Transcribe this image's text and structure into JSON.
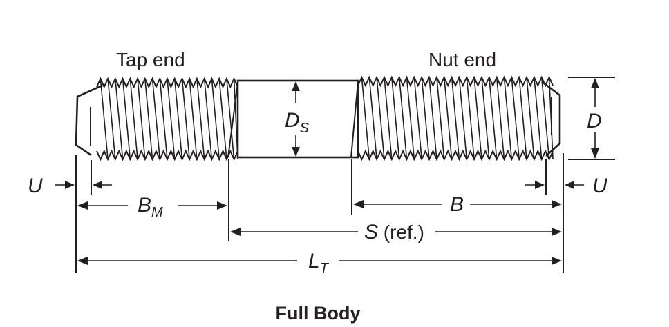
{
  "labels": {
    "tap_end": "Tap end",
    "nut_end": "Nut end",
    "shank_diameter": "D",
    "shank_diameter_sub": "S",
    "diameter": "D",
    "u_left": "U",
    "u_right": "U",
    "bm": "B",
    "bm_sub": "M",
    "b": "B",
    "s_ref_letter": "S",
    "s_ref_suffix": " (ref.)",
    "total_length": "L",
    "total_length_sub": "T"
  },
  "caption": "Full Body"
}
